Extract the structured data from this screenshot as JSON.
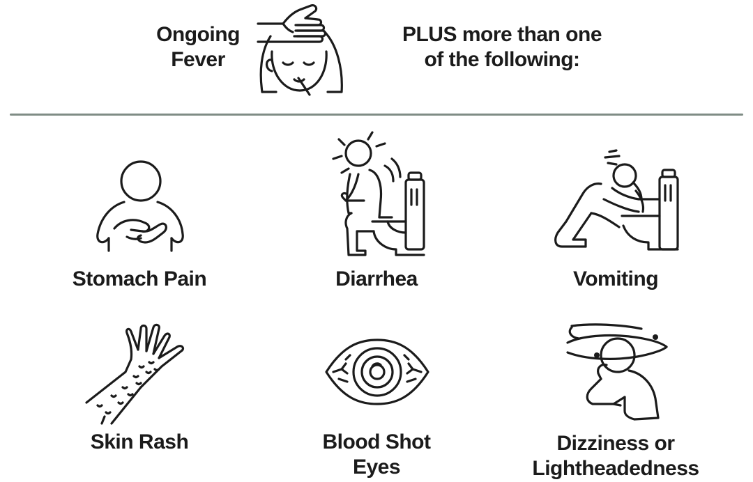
{
  "header": {
    "fever_line1": "Ongoing",
    "fever_line2": "Fever",
    "plus_line1": "PLUS more than one",
    "plus_line2": "of the following:"
  },
  "symptoms": [
    {
      "line1": "Stomach Pain",
      "line2": "",
      "icon": "stomach-pain-icon"
    },
    {
      "line1": "Diarrhea",
      "line2": "",
      "icon": "diarrhea-icon"
    },
    {
      "line1": "Vomiting",
      "line2": "",
      "icon": "vomiting-icon"
    },
    {
      "line1": "Skin Rash",
      "line2": "",
      "icon": "skin-rash-icon"
    },
    {
      "line1": "Blood Shot",
      "line2": "Eyes",
      "icon": "bloodshot-eye-icon"
    },
    {
      "line1": "Dizziness or",
      "line2": "Lightheadedness",
      "icon": "dizziness-icon"
    }
  ],
  "colors": {
    "text": "#1b1b1b",
    "divider": "#7f8c85",
    "background": "#ffffff"
  }
}
